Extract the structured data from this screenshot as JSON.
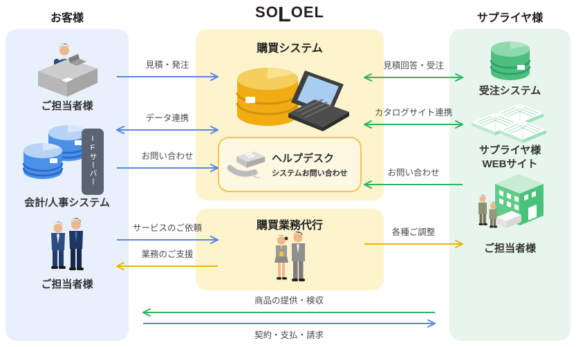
{
  "logo": {
    "full": "SOLOEL",
    "part1": "SO",
    "part2": "L",
    "part3": "OEL"
  },
  "columns": {
    "customer": {
      "header": "お客様",
      "contact_top": {
        "label": "ご担当者様",
        "icon": "person-at-desk"
      },
      "system": {
        "label": "会計/人事システム",
        "tag": "IFサーバー",
        "icon": "blue-database-stack"
      },
      "contact_bottom": {
        "label": "ご担当者様",
        "icon": "two-businessmen"
      }
    },
    "soloel": {
      "purchasing_system": {
        "title": "購買システム",
        "icon": "yellow-database-laptop"
      },
      "helpdesk": {
        "title": "ヘルプデスク",
        "subtitle": "システムお問い合わせ",
        "icon": "phone"
      },
      "agency": {
        "title": "購買業務代行",
        "icon": "two-staff"
      }
    },
    "supplier": {
      "header": "サプライヤ様",
      "order_system": {
        "label": "受注システム",
        "icon": "green-database"
      },
      "website": {
        "label_line1": "サプライヤ様",
        "label_line2": "WEBサイト",
        "icon": "catalog-books"
      },
      "contact": {
        "label": "ご担当者様",
        "icon": "building-with-people"
      }
    }
  },
  "arrows": {
    "left": [
      {
        "label": "見積・発注",
        "direction": "right",
        "color": "blue"
      },
      {
        "label": "データ連携",
        "direction": "both",
        "color": "blue"
      },
      {
        "label": "お問い合わせ",
        "direction": "right",
        "color": "blue"
      },
      {
        "label": "サービスのご依頼",
        "direction": "right",
        "color": "blue"
      },
      {
        "label": "業務のご支援",
        "direction": "left",
        "color": "orange"
      }
    ],
    "right": [
      {
        "label": "見積回答・受注",
        "direction": "both",
        "color": "green"
      },
      {
        "label": "カタログサイト連携",
        "direction": "both",
        "color": "green"
      },
      {
        "label": "お問い合わせ",
        "direction": "left",
        "color": "green"
      },
      {
        "label": "各種ご調整",
        "direction": "right",
        "color": "orange"
      }
    ],
    "bottom": [
      {
        "label": "商品の提供・検収",
        "direction": "left",
        "color": "green"
      },
      {
        "label": "契約・支払・請求",
        "direction": "right",
        "color": "blue"
      }
    ]
  },
  "colors": {
    "customer_panel": "#e8f0fb",
    "soloel_panel": "#fdf3cc",
    "supplier_panel": "#e7f5ec",
    "blue_arrow": "#5b82e8",
    "green_arrow": "#2bb45f",
    "orange_arrow": "#f0b400",
    "helpdesk_border": "#f2c64a",
    "if_tag_bg": "#5a6370"
  }
}
